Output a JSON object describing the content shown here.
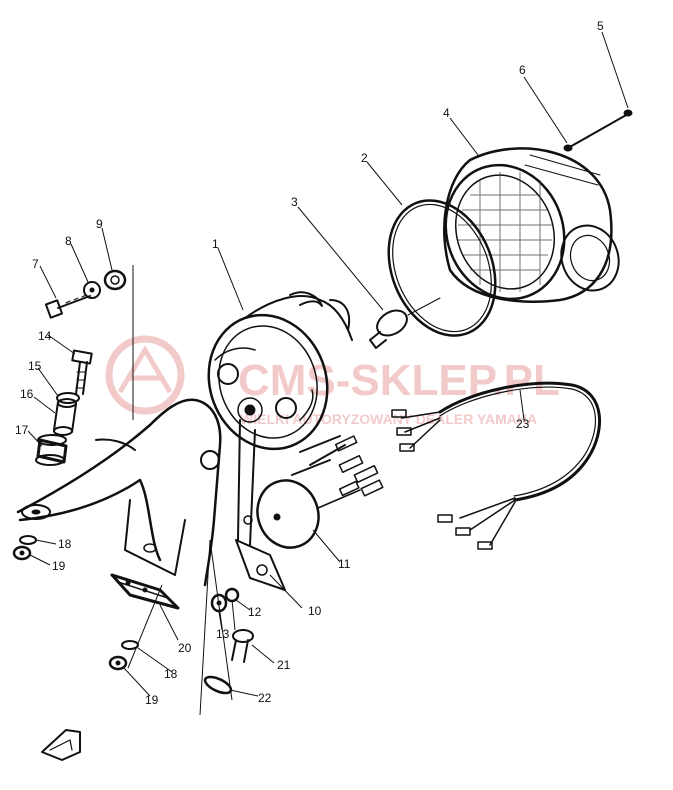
{
  "watermark": {
    "brand": "CMS-SKLEP.PL",
    "tagline": "WIELKI AUTORYZOWANY DEALER YAMAHA",
    "color": "#e8a0a0"
  },
  "callouts": [
    {
      "id": "1",
      "label": "1"
    },
    {
      "id": "2",
      "label": "2"
    },
    {
      "id": "3",
      "label": "3"
    },
    {
      "id": "4",
      "label": "4"
    },
    {
      "id": "5",
      "label": "5"
    },
    {
      "id": "6",
      "label": "6"
    },
    {
      "id": "7",
      "label": "7"
    },
    {
      "id": "8",
      "label": "8"
    },
    {
      "id": "9",
      "label": "9"
    },
    {
      "id": "10",
      "label": "10"
    },
    {
      "id": "11",
      "label": "11"
    },
    {
      "id": "12",
      "label": "12"
    },
    {
      "id": "13",
      "label": "13"
    },
    {
      "id": "14",
      "label": "14"
    },
    {
      "id": "15",
      "label": "15"
    },
    {
      "id": "16",
      "label": "16"
    },
    {
      "id": "17",
      "label": "17"
    },
    {
      "id": "18a",
      "label": "18"
    },
    {
      "id": "19a",
      "label": "19"
    },
    {
      "id": "20",
      "label": "20"
    },
    {
      "id": "21",
      "label": "21"
    },
    {
      "id": "22",
      "label": "22"
    },
    {
      "id": "23",
      "label": "23"
    },
    {
      "id": "18b",
      "label": "18"
    },
    {
      "id": "19b",
      "label": "19"
    }
  ],
  "icons": {
    "front_arrow": "front-direction-arrow-icon",
    "logo": "dealer-logo-icon"
  }
}
